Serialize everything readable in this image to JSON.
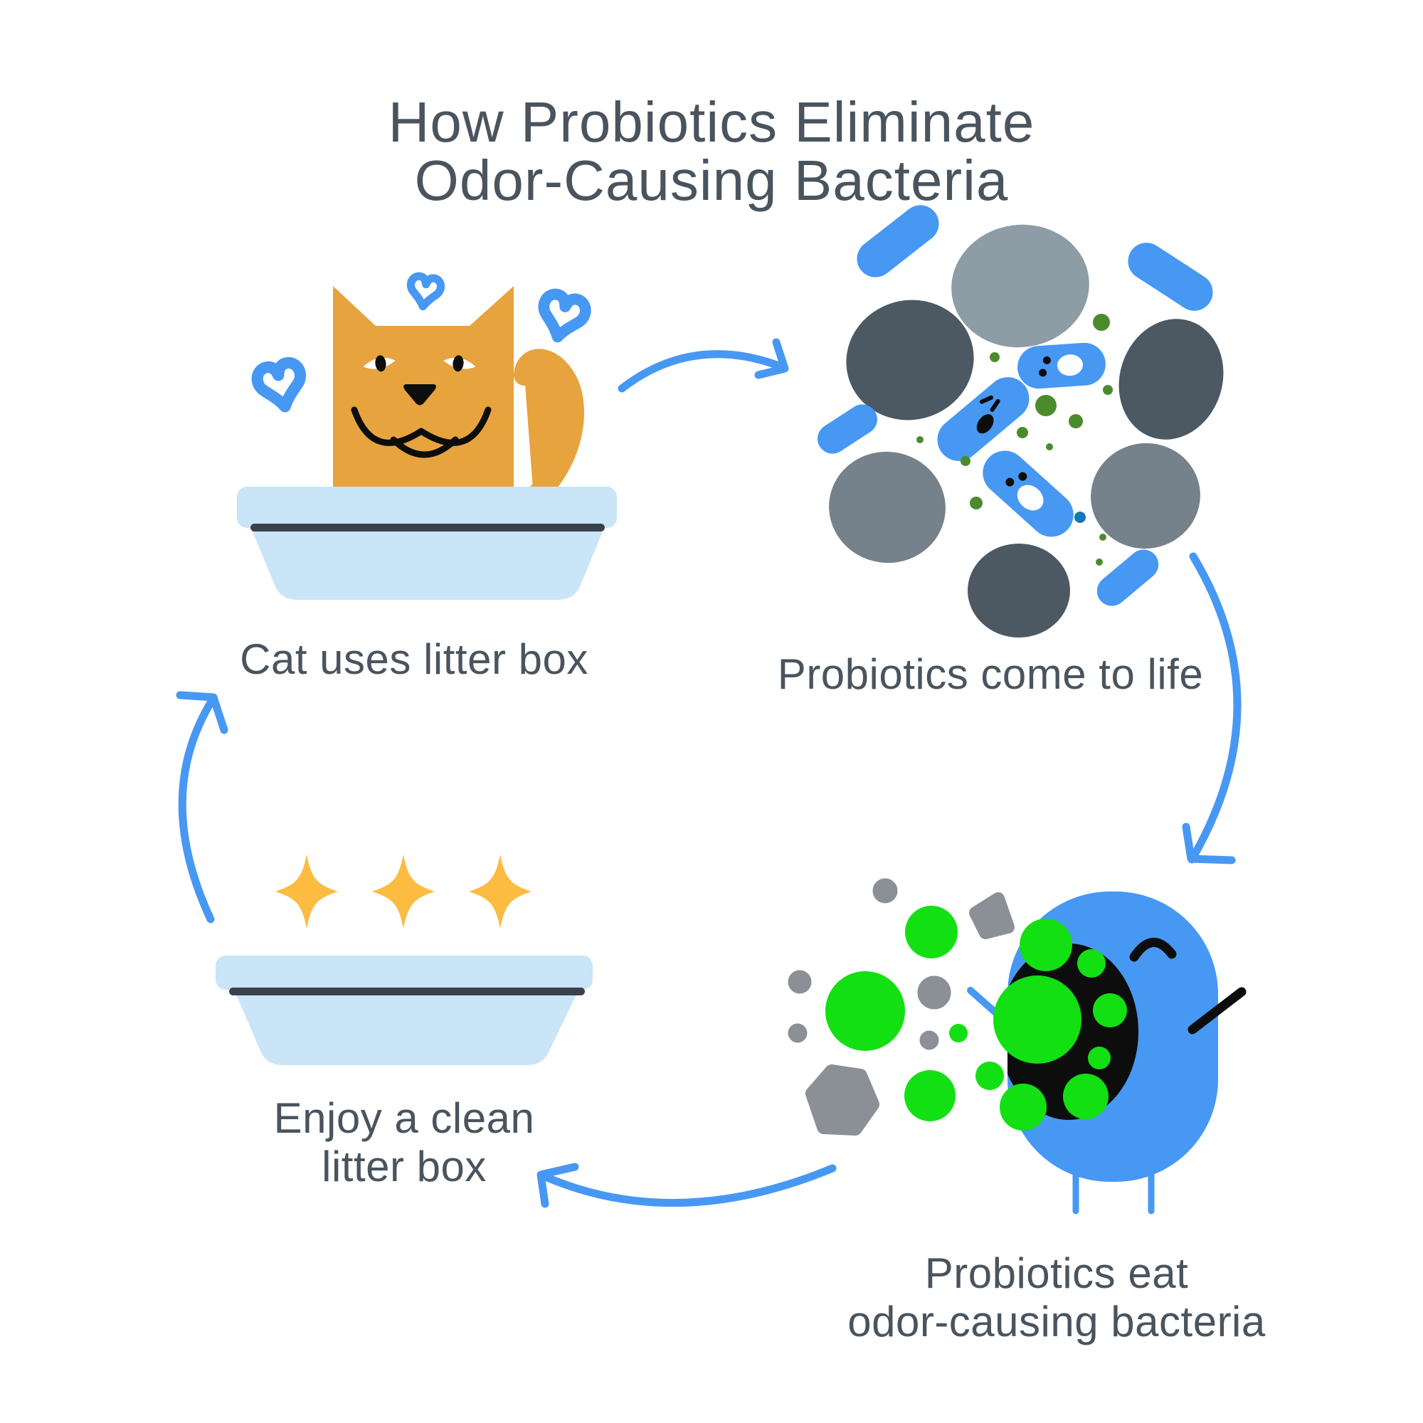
{
  "title": {
    "line1": "How Probiotics Eliminate",
    "line2": "Odor-Causing Bacteria"
  },
  "steps": [
    {
      "name": "cat-uses-litter-box",
      "caption": "Cat uses litter box"
    },
    {
      "name": "probiotics-come-to-life",
      "caption": "Probiotics come to life"
    },
    {
      "name": "probiotics-eat-bacteria",
      "caption_line1": "Probiotics eat",
      "caption_line2": "odor-causing bacteria"
    },
    {
      "name": "enjoy-clean-litter-box",
      "caption_line1": "Enjoy a clean",
      "caption_line2": "litter box"
    }
  ],
  "icons": {
    "heart": "blue-outline-heart",
    "sparkle": "four-point-star",
    "arrow": "curved-hand-drawn-arrow",
    "probiotic": "blue-capsule-with-face",
    "bacteria": "gray-blob"
  },
  "colors": {
    "background": "#ffffff",
    "text": "#49545e",
    "blue": "#4798f3",
    "blue_dark": "#1377b5",
    "orange": "#e7a33d",
    "box_blue": "#c9e5f7",
    "box_line": "#39424c",
    "star_yellow": "#fbbc41",
    "green_olive": "#4b8b2d",
    "green_bright": "#12e012",
    "gray_light": "#8d9ca5",
    "gray_slate": "#4c5963",
    "gray_mid": "#75818b",
    "gray_neutral": "#8a9096",
    "black": "#0d0d0d"
  }
}
